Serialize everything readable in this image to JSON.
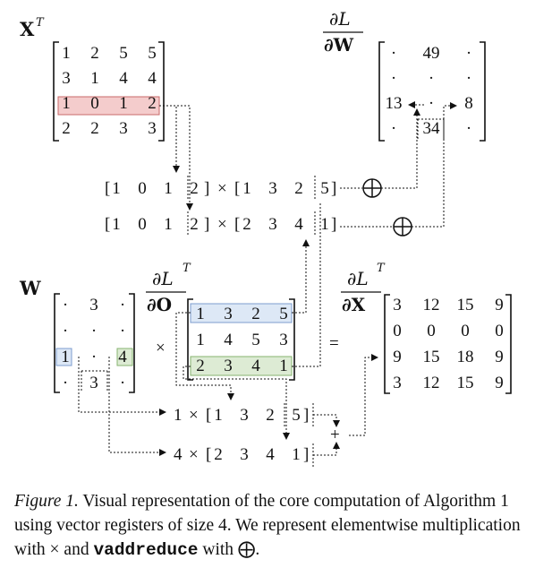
{
  "labels": {
    "xt": "X",
    "xt_sup": "T",
    "w": "W",
    "dl_num": "∂L",
    "dw_den": "∂W",
    "do_den": "∂O",
    "dx_den": "∂X",
    "t_sup": "T",
    "times": "×",
    "equals": "="
  },
  "xt_matrix": [
    [
      "1",
      "2",
      "5",
      "5"
    ],
    [
      "3",
      "1",
      "4",
      "4"
    ],
    [
      "1",
      "0",
      "1",
      "2"
    ],
    [
      "2",
      "2",
      "3",
      "3"
    ]
  ],
  "dw_matrix": [
    [
      "·",
      "49",
      "·"
    ],
    [
      "·",
      "·",
      "·"
    ],
    [
      "13",
      "·",
      "8"
    ],
    [
      "·",
      "34",
      "·"
    ]
  ],
  "w_matrix": [
    [
      "·",
      "3",
      "·"
    ],
    [
      "·",
      "·",
      "·"
    ],
    [
      "1",
      "·",
      "4"
    ],
    [
      "·",
      "3",
      "·"
    ]
  ],
  "do_matrix": [
    [
      "1",
      "3",
      "2",
      "5"
    ],
    [
      "1",
      "4",
      "5",
      "3"
    ],
    [
      "2",
      "3",
      "4",
      "1"
    ]
  ],
  "dx_matrix": [
    [
      "3",
      "12",
      "15",
      "9"
    ],
    [
      "0",
      "0",
      "0",
      "0"
    ],
    [
      "9",
      "15",
      "18",
      "9"
    ],
    [
      "3",
      "12",
      "15",
      "9"
    ]
  ],
  "products": {
    "row1_left": [
      "1",
      "0",
      "1",
      "2"
    ],
    "row1_right": [
      "1",
      "3",
      "2",
      "5"
    ],
    "row2_left": [
      "1",
      "0",
      "1",
      "2"
    ],
    "row2_right": [
      "2",
      "3",
      "4",
      "1"
    ],
    "scalar1": "1",
    "scalar1_vec": [
      "1",
      "3",
      "2",
      "5"
    ],
    "scalar2": "4",
    "scalar2_vec": [
      "2",
      "3",
      "4",
      "1"
    ],
    "plus": "+"
  },
  "caption": {
    "label": "Figure 1.",
    "text1": " Visual representation of the core computation of Algorithm 1 using vector registers of size 4. We represent elementwise multiplication with × and ",
    "mono": "vaddreduce",
    "text2": " with ⨁."
  },
  "colors": {
    "red_fill": "#f4cccc",
    "red_stroke": "#c96a6a",
    "blue_fill": "#dde8f6",
    "blue_stroke": "#7d9ccf",
    "green_fill": "#ddebd4",
    "green_stroke": "#86b36f"
  }
}
